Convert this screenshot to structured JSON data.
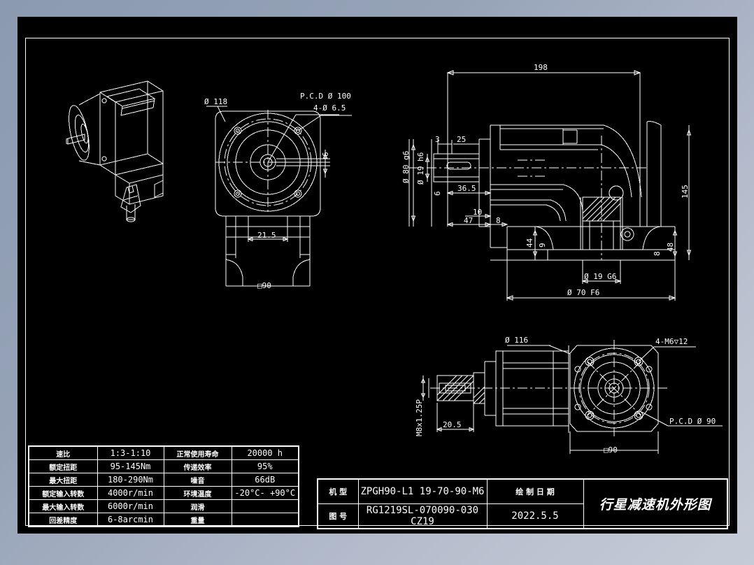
{
  "sheet": {
    "title": "行星减速机外形图"
  },
  "spec_table": {
    "rows": [
      {
        "label": "速比",
        "value": "1:3-1:10",
        "label2": "正常使用寿命",
        "value2": "20000 h"
      },
      {
        "label": "额定扭距",
        "value": "95-145Nm",
        "label2": "传递效率",
        "value2": "95%"
      },
      {
        "label": "最大扭距",
        "value": "180-290Nm",
        "label2": "噪音",
        "value2": "66dB"
      },
      {
        "label": "额定输入转数",
        "value": "4000r/min",
        "label2": "环境温度",
        "value2": "-20°C- +90°C"
      },
      {
        "label": "最大输入转数",
        "value": "6000r/min",
        "label2": "润滑",
        "value2": ""
      },
      {
        "label": "回差精度",
        "value": "6-8arcmin",
        "label2": "重量",
        "value2": ""
      }
    ]
  },
  "title_block": {
    "model_label": "机 型",
    "model_value": "ZPGH90-L1 19-70-90-M6",
    "drawing_label": "图 号",
    "drawing_value": "RG1219SL-070090-030 CZ19",
    "date_label": "绘 制 日 期",
    "date_value": "2022.5.5",
    "main_title": "行星减速机外形图"
  },
  "views": {
    "iso": {
      "name": "isometric-gearbox-view"
    },
    "front": {
      "name": "front-flange-view",
      "dims": {
        "outer_dia": "Ø 118",
        "pcd": "P.C.D  Ø 100",
        "holes": "4-Ø 6.5",
        "keyway": "6",
        "boss": "21.5",
        "square": "□90"
      }
    },
    "side": {
      "name": "right-angle-section-view",
      "dims": {
        "overall_length": "198",
        "shaft_flat": "3",
        "shaft_len": "25",
        "pilot_dia": "Ø 80 g6",
        "shaft_dia": "Ø 19 h6",
        "key_w": "6",
        "flange_thk": "36.5",
        "step_a": "10",
        "step_b": "47",
        "step_c": "8",
        "foot_h": "44",
        "foot_t": "9",
        "overall_height": "145",
        "base_h": "48",
        "base_t": "8",
        "out_shaft": "Ø 19 G6",
        "out_pilot": "Ø 70 F6"
      }
    },
    "bottom": {
      "name": "output-flange-view",
      "dims": {
        "outer_dia": "Ø 116",
        "tapped": "4-M6▽12",
        "pcd": "P.C.D   Ø 90",
        "thread": "M8x1.25P",
        "shaft_len": "20.5",
        "square": "□90"
      }
    }
  },
  "colors": {
    "line": "#ffffff",
    "sheet_background": "#000000",
    "page_background": "#8b9ab0"
  }
}
